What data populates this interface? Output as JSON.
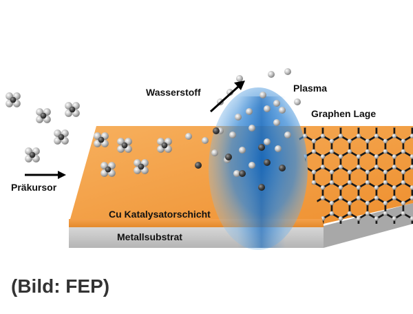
{
  "labels": {
    "precursor": "Präkursor",
    "hydrogen": "Wasserstoff",
    "plasma": "Plasma",
    "graphene_layer": "Graphen Lage",
    "catalyst_layer": "Cu Katalysatorschicht",
    "metal_substrate": "Metallsubstrat"
  },
  "credit": "(Bild: FEP)",
  "colors": {
    "catalyst_orange": "#f5a04a",
    "substrate_gray": "#c9c9c9",
    "plasma_blue": "#1f78c8",
    "atom_gray": "#b8b8b8",
    "atom_dark": "#3a3a3a",
    "graphene_line": "#1a1a1a"
  },
  "icons": {
    "precursor_arrow": "arrow-right-icon",
    "hydrogen_arrow": "arrow-up-right-icon",
    "precursor_molecule": "molecule-cluster-icon",
    "graphene_lattice": "hexagon-lattice-icon"
  }
}
